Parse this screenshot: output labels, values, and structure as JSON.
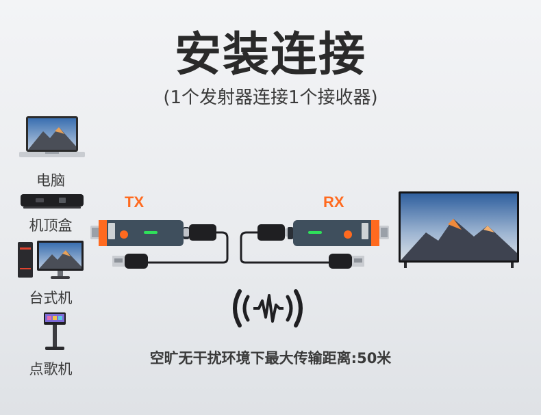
{
  "header": {
    "title": "安装连接",
    "subtitle": "(1个发射器连接1个接收器)"
  },
  "devices": [
    {
      "label": "电脑",
      "icon": "laptop-icon"
    },
    {
      "label": "机顶盒",
      "icon": "set-top-box-icon"
    },
    {
      "label": "台式机",
      "icon": "desktop-computer-icon"
    },
    {
      "label": "点歌机",
      "icon": "karaoke-machine-icon"
    }
  ],
  "transmitter": {
    "label": "TX"
  },
  "receiver": {
    "label": "RX"
  },
  "footer": {
    "range_text": "空旷无干扰环境下最大传输距离:50米"
  },
  "colors": {
    "accent": "#ff6a1f",
    "device_body": "#3f4f5d",
    "led": "#2fe05a"
  }
}
